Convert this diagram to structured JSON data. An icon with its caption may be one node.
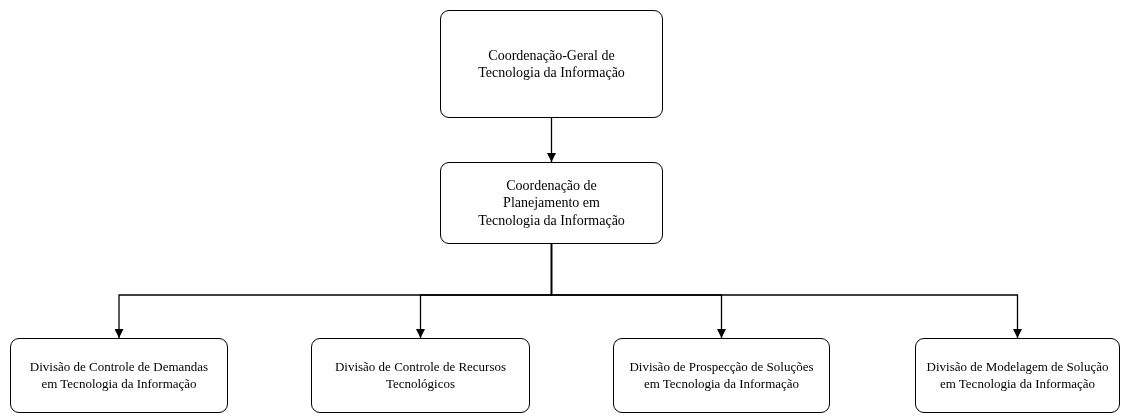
{
  "diagram": {
    "nodes": [
      {
        "text": [
          "Coordenação-Geral de Tecnologia da Informação"
        ]
      },
      {
        "text": [
          "Coordenação de Planejamento em Tecnologia da Informação"
        ]
      },
      {
        "text": [
          "Divisão de Controle de Demandas em Tecnologia da Informação"
        ]
      },
      {
        "text": [
          "Divisão de Controle de Recursos Tecnológicos"
        ]
      },
      {
        "text": [
          "Divisão de Prospecção de Soluções em Tecnologia da Informação"
        ]
      },
      {
        "text": [
          "Divisão de Modelagem de Solução em Tecnologia da Informação"
        ]
      }
    ],
    "edges": [
      {
        "from": 0,
        "to": 1,
        "arrow": "to"
      },
      {
        "from": 1,
        "to": 2,
        "arrow": "to"
      },
      {
        "from": 1,
        "to": 3,
        "arrow": "to"
      },
      {
        "from": 1,
        "to": 4,
        "arrow": "to"
      },
      {
        "from": 1,
        "to": 5,
        "arrow": "to"
      }
    ]
  }
}
